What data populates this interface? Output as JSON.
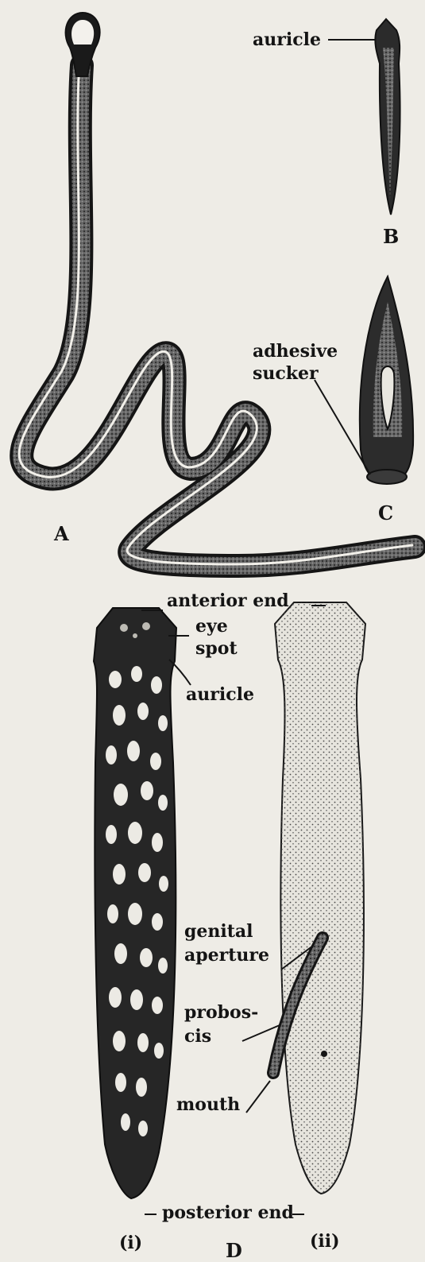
{
  "labels": {
    "auricle_b": "auricle",
    "letter_b": "B",
    "adhesive_sucker_line1": "adhesive",
    "adhesive_sucker_line2": "sucker",
    "letter_c": "C",
    "letter_a": "A",
    "anterior_end": "anterior end",
    "eye_spot_line1": "eye",
    "eye_spot_line2": "spot",
    "auricle_d": "auricle",
    "genital_aperture_line1": "genital",
    "genital_aperture_line2": "aperture",
    "proboscis_line1": "probos-",
    "proboscis_line2": "cis",
    "mouth": "mouth",
    "posterior_end": "posterior end",
    "view_i": "(i)",
    "view_ii": "(ii)",
    "letter_d": "D"
  },
  "colors": {
    "ink": "#141414",
    "paper": "#eeece6",
    "dark_body": "#2a2a2a",
    "light_body": "#e4e2dc"
  }
}
